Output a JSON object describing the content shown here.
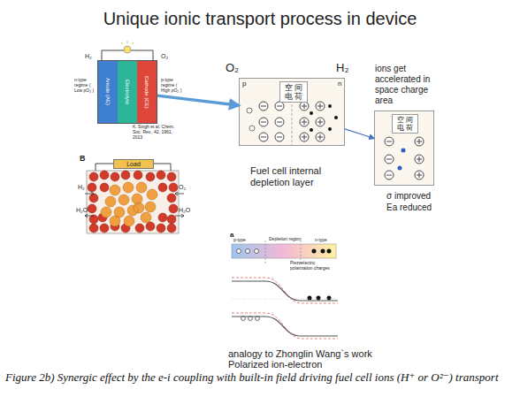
{
  "diagram": {
    "title": "Unique ionic transport process in device",
    "caption": "Figure 2b) Synergic effect by the e-i coupling with built-in field driving fuel cell ions (H⁺ or O²⁻) transport",
    "nodes": [
      {
        "text": [
          "Anode (AE)",
          "Electrolyte",
          "Cathode (CE)"
        ]
      },
      {
        "text": [
          "Load"
        ]
      },
      {
        "text": [
          "空 间 电 荷",
          "Fuel cell internal depletion layer"
        ]
      },
      {
        "text": [
          "ions get accelerated in space charge area",
          "空 间 电 荷"
        ]
      }
    ],
    "edges": [
      {
        "from": 0,
        "to": 2,
        "arrow": "to"
      },
      {
        "from": 2,
        "to": 3,
        "arrow": "to"
      }
    ],
    "labels": [
      "H₂",
      "O₂",
      "n-type regime ( Low pO₂ )",
      "p-type regime ( High pO₂ )",
      "K. Singh et al, Chem. Soc. Rev., 42, 1961, 2013",
      "B",
      "H₂",
      "O₂",
      "H₂O",
      "H₂O",
      "O₂",
      "H₂",
      "p",
      "n",
      "σ improved",
      "Ea reduced",
      "a",
      "p-type",
      "Depletion region",
      "n-type",
      "Piezoelectric polarization charges",
      "analogy to Zhonglin Wang`s work",
      "Polarized ion-electron"
    ]
  }
}
